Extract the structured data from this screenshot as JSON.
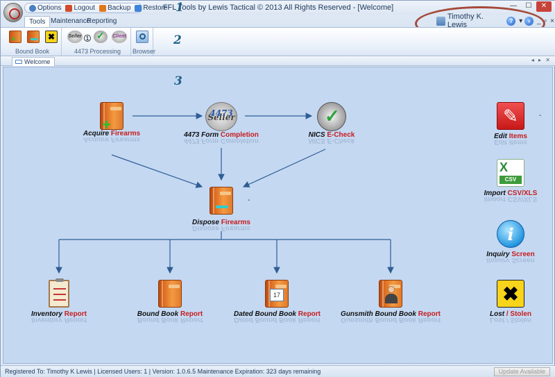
{
  "window": {
    "title": "FFL Tools by Lewis Tactical © 2013 All Rights Reserved - [Welcome]",
    "controls": {
      "minimize": "—",
      "maximize": "☐",
      "close": "✕"
    }
  },
  "quick_access": [
    {
      "label": "Options",
      "icon": "options-icon"
    },
    {
      "label": "Logout",
      "icon": "logout-icon"
    },
    {
      "label": "Backup",
      "icon": "backup-icon"
    },
    {
      "label": "Restore",
      "icon": "restore-icon"
    }
  ],
  "markers": {
    "m1": "1",
    "m2": "2",
    "m3": "3"
  },
  "ribbon": {
    "tabs": [
      {
        "label": "Tools",
        "active": true
      },
      {
        "label": "Maintenance",
        "active": false
      },
      {
        "label": "Reporting",
        "active": false
      }
    ],
    "groups": [
      {
        "label": "Bound Book"
      },
      {
        "label": "4473 Processing",
        "badge": "1"
      },
      {
        "label": "Browser"
      }
    ],
    "seller_text": "Seller",
    "client_text": "Client"
  },
  "user": {
    "name": "Timothy K. Lewis",
    "help": "?",
    "go": "›",
    "mdi_min": "_",
    "mdi_max": "▫",
    "mdi_close": "×"
  },
  "document_tab": {
    "label": "Welcome",
    "nav": "◂ ▸ ✕"
  },
  "workflow": {
    "acquire": {
      "a": "Acquire",
      "b": "Firearms"
    },
    "form4473": {
      "a": "4473 Form",
      "b": "Completion",
      "top": "4473",
      "seller": "Seller"
    },
    "nics": {
      "a": "NICS",
      "b": "E-Check"
    },
    "dispose": {
      "a": "Dispose",
      "b": "Firearms"
    },
    "inventory": {
      "a": "Inventory",
      "b": "Report"
    },
    "boundbook": {
      "a": "Bound Book",
      "b": "Report"
    },
    "dated": {
      "a": "Dated Bound Book",
      "b": "Report",
      "day": "17"
    },
    "gunsmith": {
      "a": "Gunsmith Bound Book",
      "b": "Report"
    },
    "edit": {
      "a": "Edit",
      "b": "Items"
    },
    "import": {
      "a": "Import",
      "b": "CSV/XLS",
      "tag": "CSV",
      "x": "X"
    },
    "inquiry": {
      "a": "Inquiry",
      "b": "Screen",
      "glyph": "i"
    },
    "lost": {
      "a": "Lost",
      "b": "/ Stolen"
    }
  },
  "status": {
    "text": "Registered To: Timothy K Lewis | Licensed Users: 1 | Version: 1.0.6.5  Maintenance Expiration: 323 days remaining",
    "update_button": "Update Available"
  },
  "colors": {
    "accent_red": "#c51c1c",
    "arrow_blue": "#2f5d94",
    "ellipse": "#a44a3a"
  }
}
